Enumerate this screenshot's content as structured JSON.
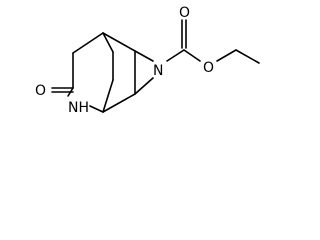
{
  "molecule": {
    "atoms": [
      {
        "id": "O_ester_carbonyl",
        "label": "O"
      },
      {
        "id": "O_ester_link",
        "label": "O"
      },
      {
        "id": "N_carbamate",
        "label": "N"
      },
      {
        "id": "O_lactam",
        "label": "O"
      },
      {
        "id": "NH_lactam",
        "label": "NH"
      }
    ]
  }
}
